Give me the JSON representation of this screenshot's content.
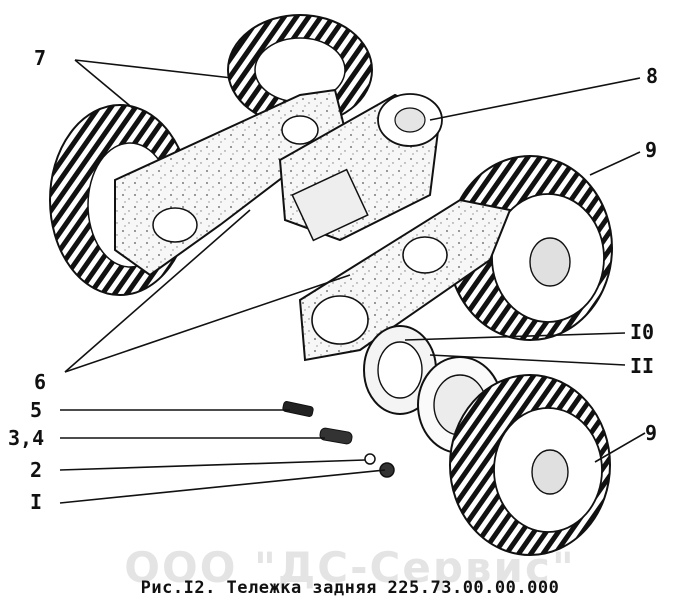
{
  "callouts": {
    "c7": "7",
    "c8": "8",
    "c9a": "9",
    "c6": "6",
    "c10": "I0",
    "c11": "II",
    "c5": "5",
    "c34": "3,4",
    "c2": "2",
    "c1": "I",
    "c9b": "9"
  },
  "caption": "Рис.I2. Тележка задняя  225.73.00.00.000",
  "watermark": "ООО \"ДС-Сервис\"",
  "colors": {
    "ink": "#111111",
    "watermark": "#cfcfcf"
  }
}
